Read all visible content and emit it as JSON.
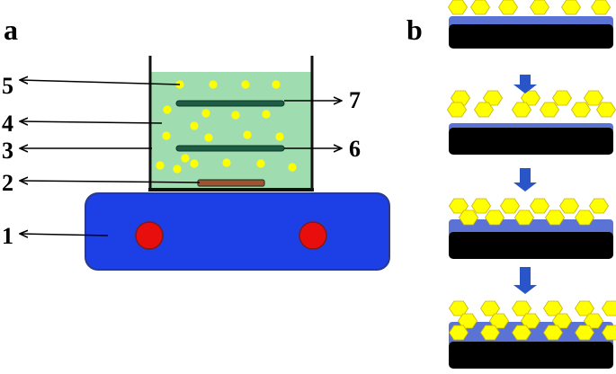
{
  "panels": [
    {
      "id": "a",
      "label": "a"
    },
    {
      "id": "b",
      "label": "b"
    }
  ],
  "callouts_left": [
    "5",
    "4",
    "3",
    "2",
    "1"
  ],
  "callouts_right": [
    "7",
    "6"
  ],
  "colors": {
    "hotplate": "#1c3fe6",
    "hotplate_knob": "#e80e0e",
    "solution": "#9fdcb0",
    "particle": "#ffff00",
    "electrode": "#1e5d45",
    "substrate_bottom": "#a0522d",
    "substrate_black": "#000000",
    "film": "#5b73d4",
    "hexagon": "#ffff00",
    "step_arrow": "#2a55c8"
  },
  "icons": [
    "arrow-right",
    "arrow-down"
  ],
  "panel_b_steps": 4
}
